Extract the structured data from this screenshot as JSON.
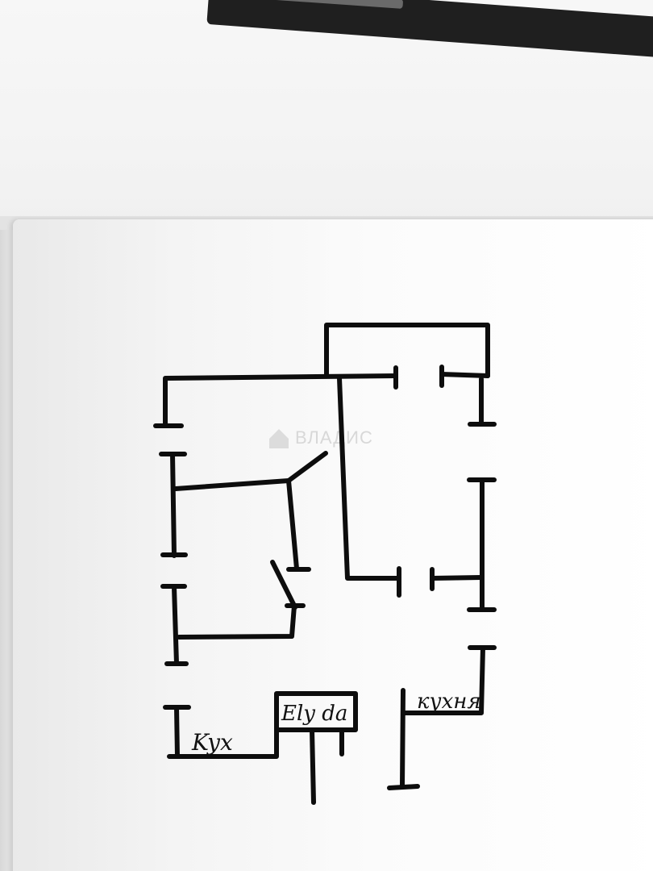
{
  "plan": {
    "labels": {
      "room_kitchen_left": "Kyx",
      "room_kitchen_right": "кухня",
      "room_bath": "Ely da"
    },
    "watermark": "ВЛАДИС"
  },
  "colors": {
    "ink": "#0d0d0d",
    "paper": "#ffffff",
    "tablet": "#1f1f1f"
  }
}
